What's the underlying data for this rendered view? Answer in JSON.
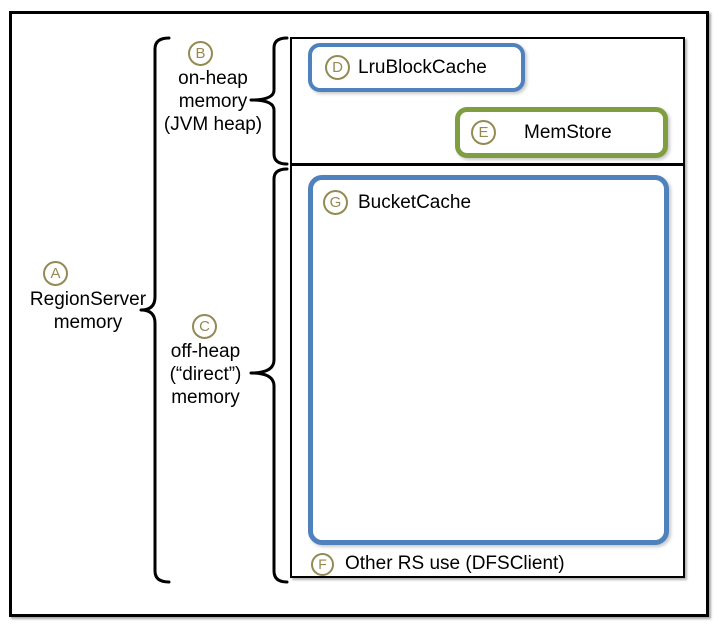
{
  "colors": {
    "blue": "#4F81BD",
    "green": "#7E9E3F",
    "tan": "#948A54"
  },
  "labels": {
    "a": {
      "letter": "A",
      "line1": "RegionServer",
      "line2": "memory"
    },
    "b": {
      "letter": "B",
      "line1": "on-heap",
      "line2": "memory",
      "line3": "(JVM heap)"
    },
    "c": {
      "letter": "C",
      "line1": "off-heap",
      "line2": "(“direct”)",
      "line3": "memory"
    },
    "d": {
      "letter": "D",
      "text": "LruBlockCache"
    },
    "e": {
      "letter": "E",
      "text": "MemStore"
    },
    "f": {
      "letter": "F",
      "text": "Other RS use (DFSClient)"
    },
    "g": {
      "letter": "G",
      "text": "BucketCache"
    }
  }
}
